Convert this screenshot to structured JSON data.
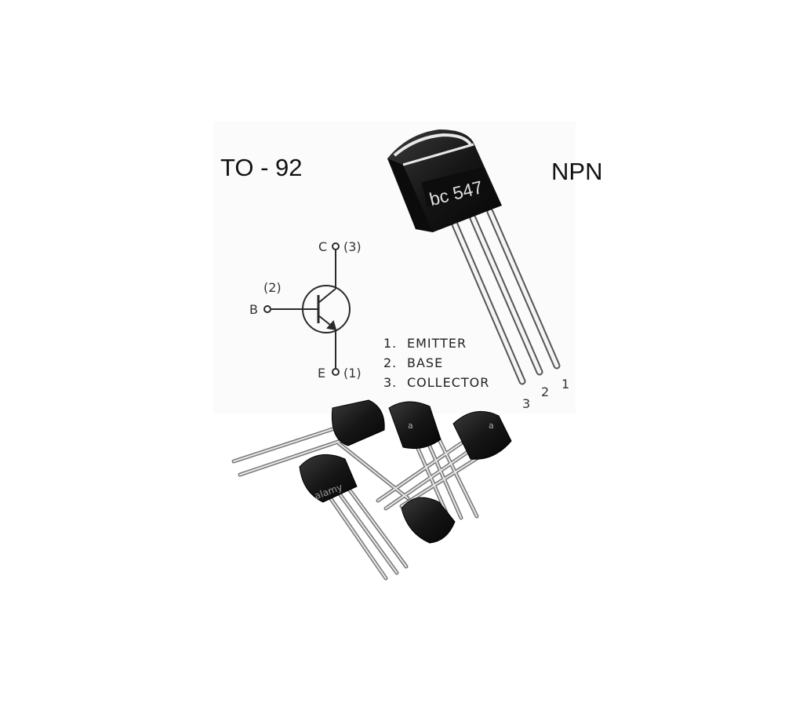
{
  "package_label": "TO - 92",
  "polarity_label": "NPN",
  "part_marking": "bc 547",
  "symbol": {
    "collector_letter": "C",
    "collector_pin": "(3)",
    "base_letter": "B",
    "base_pin": "(2)",
    "emitter_letter": "E",
    "emitter_pin": "(1)"
  },
  "pin_list": [
    {
      "num": "1.",
      "name": "EMITTER"
    },
    {
      "num": "2.",
      "name": "BASE"
    },
    {
      "num": "3.",
      "name": "COLLECTOR"
    }
  ],
  "lead_numbers": [
    "3",
    "2",
    "1"
  ],
  "photo_watermark": "alamy",
  "body_mark": "a"
}
